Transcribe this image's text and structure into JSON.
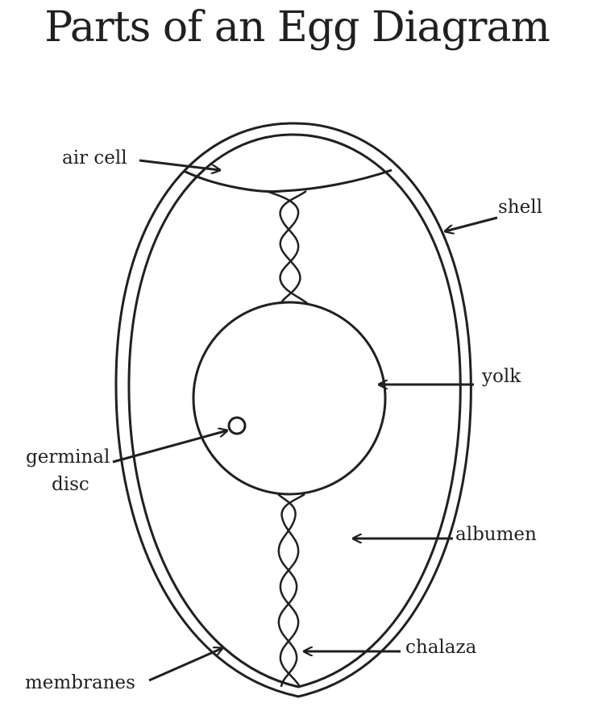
{
  "title": "Parts of an Egg Diagram",
  "labels": {
    "air_cell": "air cell",
    "shell": "shell",
    "yolk": "yolk",
    "germinal_1": "germinal",
    "germinal_2": "disc",
    "albumen": "albumen",
    "chalaza": "chalaza",
    "membranes": "membranes"
  },
  "colors": {
    "ink": "#231f20",
    "background": "#ffffff"
  }
}
